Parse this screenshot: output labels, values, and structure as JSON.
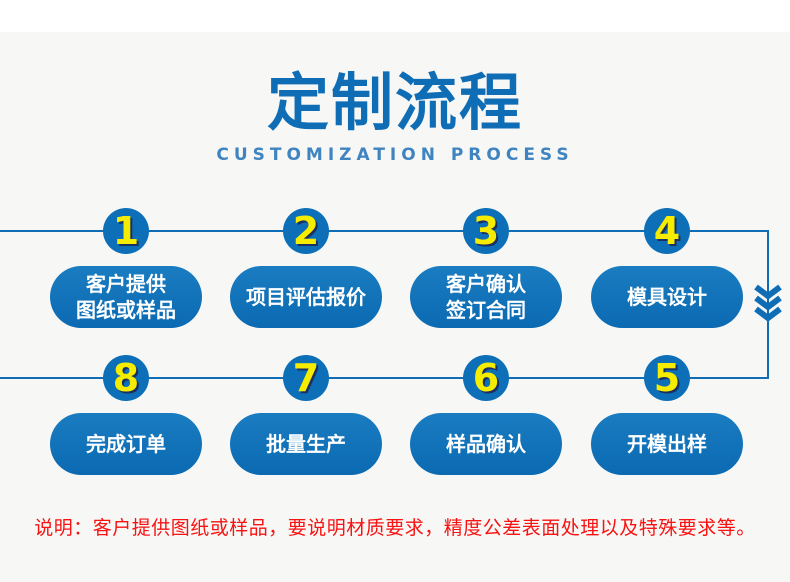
{
  "header": {
    "title": "定制流程",
    "subtitle": "CUSTOMIZATION PROCESS"
  },
  "colors": {
    "background": "#f7f7f5",
    "top_band": "#ffffff",
    "accent_blue": "#0f6db6",
    "pill_blue": "#0d6fb8",
    "number_yellow": "#f6ec00",
    "number_shadow_navy": "#1c2f63",
    "pill_text": "#ffffff",
    "note_red": "#f81212"
  },
  "flow": {
    "rows": [
      {
        "steps": [
          {
            "num": "1",
            "label_lines": [
              "客户提供",
              "图纸或样品"
            ]
          },
          {
            "num": "2",
            "label_lines": [
              "项目评估报价"
            ]
          },
          {
            "num": "3",
            "label_lines": [
              "客户确认",
              "签订合同"
            ]
          },
          {
            "num": "4",
            "label_lines": [
              "模具设计"
            ]
          }
        ]
      },
      {
        "steps": [
          {
            "num": "8",
            "label_lines": [
              "完成订单"
            ]
          },
          {
            "num": "7",
            "label_lines": [
              "批量生产"
            ]
          },
          {
            "num": "6",
            "label_lines": [
              "样品确认"
            ]
          },
          {
            "num": "5",
            "label_lines": [
              "开模出样"
            ]
          }
        ]
      }
    ]
  },
  "note": {
    "text": "说明：客户提供图纸或样品，要说明材质要求，精度公差表面处理以及特殊要求等。"
  }
}
